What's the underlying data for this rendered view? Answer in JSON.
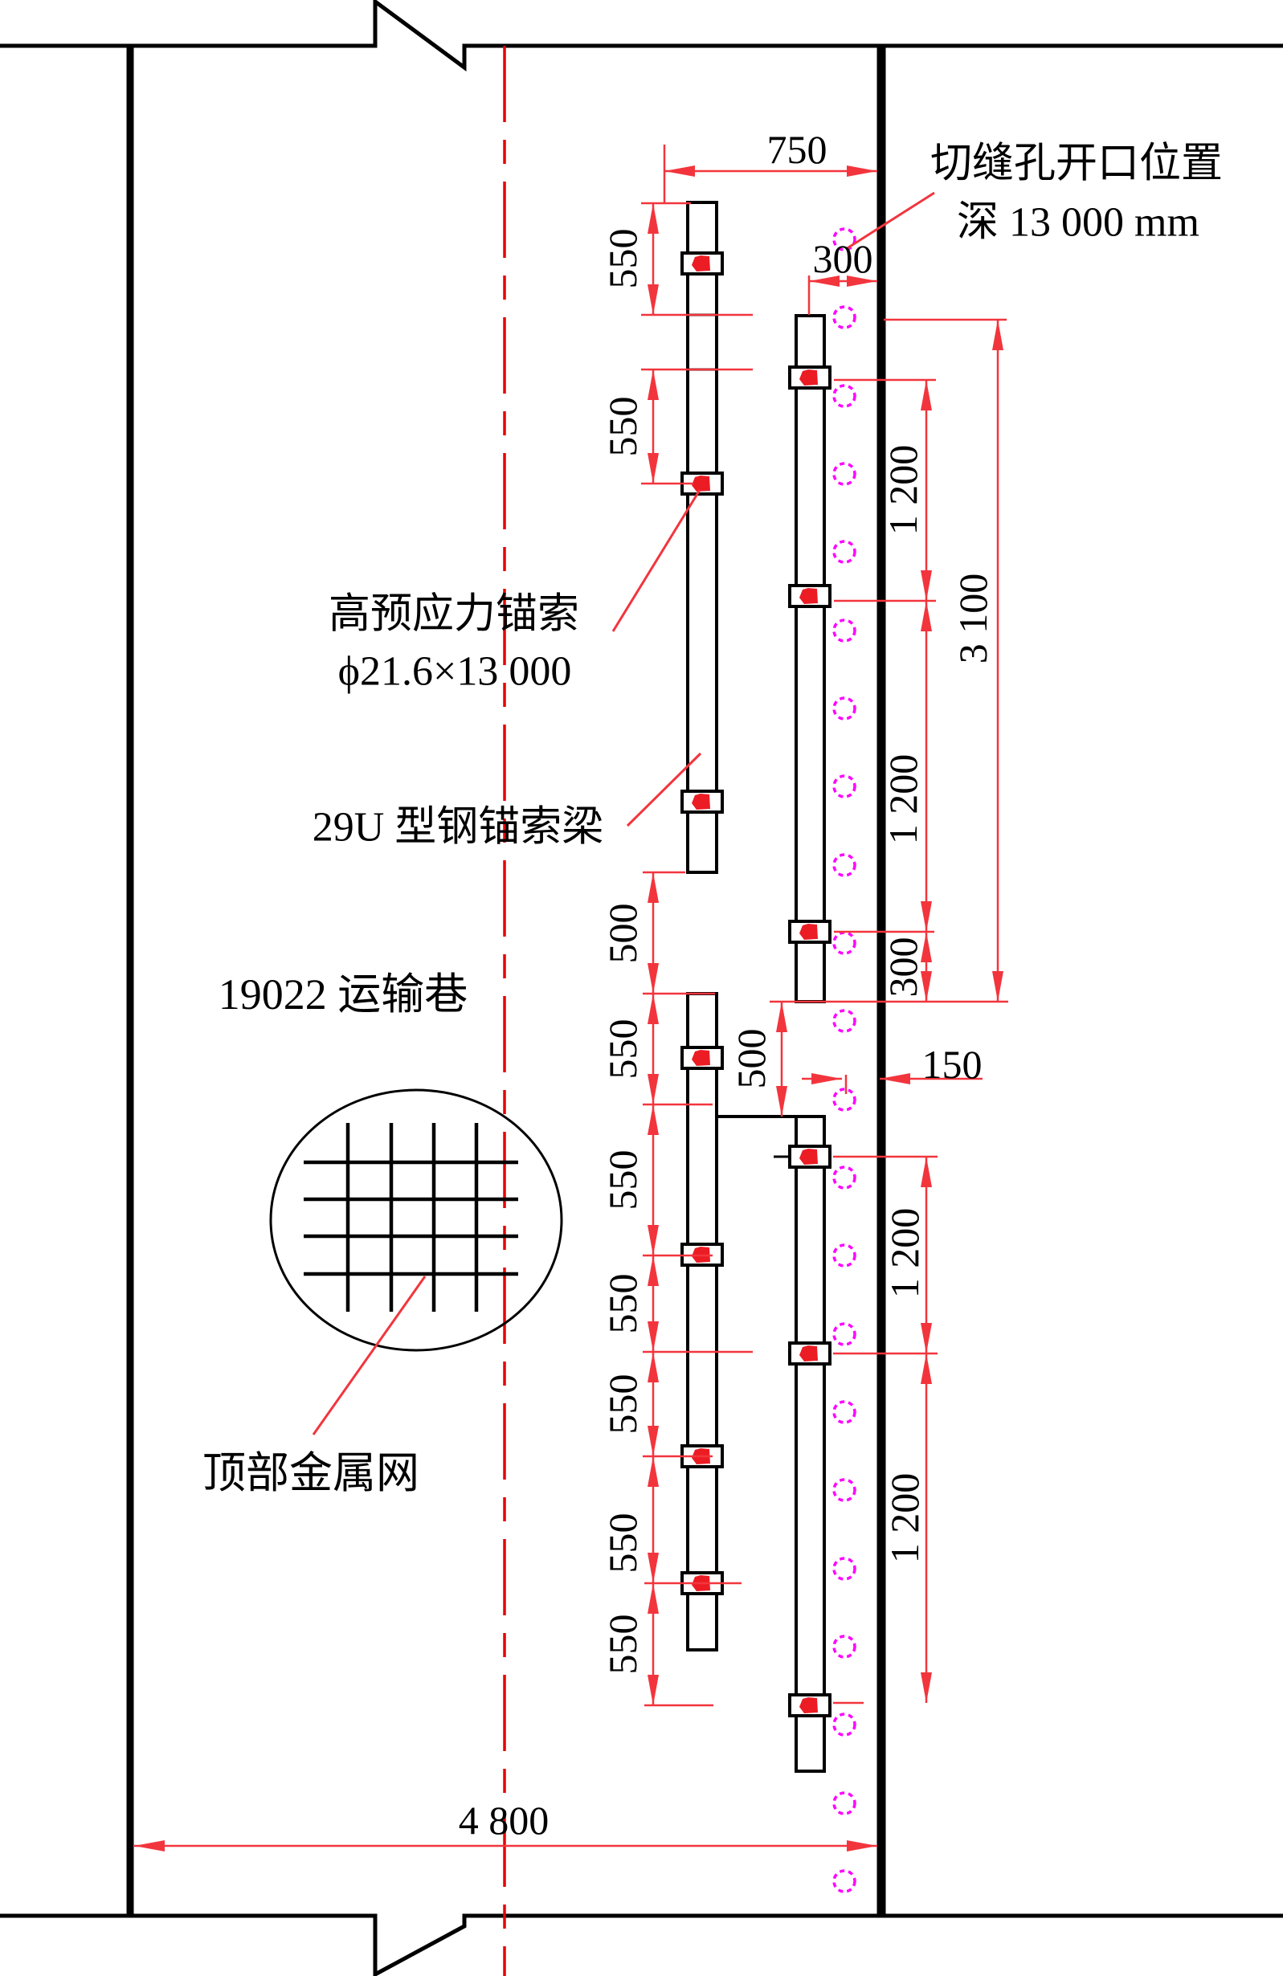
{
  "drawing": {
    "labels": {
      "cut_open_1": "切缝孔开口位置",
      "cut_open_2": "深 13 000 mm",
      "cable_1": "高预应力锚索",
      "cable_2": "ϕ21.6×13 000",
      "u_beam": "29U 型钢锚索梁",
      "roadway": "19022 运输巷",
      "mesh": "顶部金属网"
    },
    "dims": {
      "w750": "750",
      "w300": "300",
      "w150": "150",
      "w4800": "4 800",
      "h3100": "3 100",
      "h300": "300",
      "h500a": "500",
      "h500b": "500",
      "left550": [
        "550",
        "550",
        "550",
        "550",
        "550",
        "550",
        "550",
        "550"
      ],
      "right1200": [
        "1 200",
        "1 200",
        "1 200",
        "1 200"
      ]
    },
    "colors": {
      "dim_red": "#f2353d",
      "centerline_red": "#e60005",
      "hole_magenta": "#ff00ff",
      "anchor_red": "#ec1c24",
      "line_black": "#000000"
    }
  }
}
